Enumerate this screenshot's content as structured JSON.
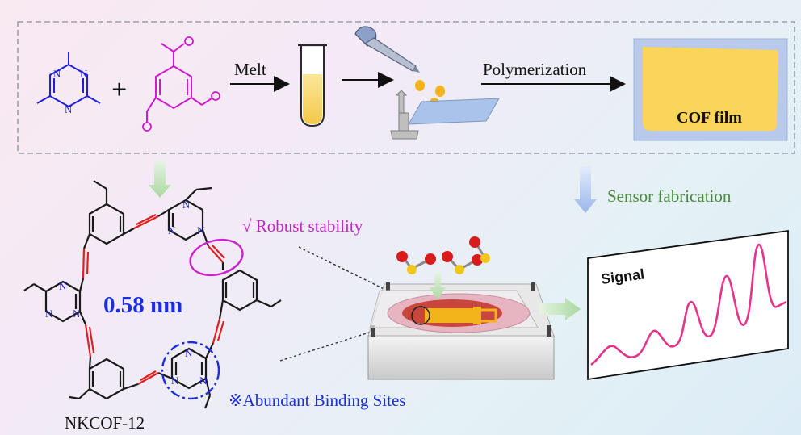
{
  "synthesis": {
    "plus_sign": "+",
    "step_melt": "Melt",
    "step_polymerization": "Polymerization",
    "film_label": "COF film"
  },
  "structure": {
    "pore_size": "0.58 nm",
    "name": "NKCOF-12",
    "triazine_atom": "N",
    "feature_stability": "√ Robust stability",
    "feature_binding": "※Abundant Binding Sites"
  },
  "sensor": {
    "fabrication_label": "Sensor fabrication",
    "signal_label": "Signal"
  },
  "colors": {
    "molecule_blue": "#1f1fe0",
    "aldehyde_magenta": "#d01ad0",
    "vinylene_red": "#e02020",
    "highlight_purple": "#cc22cc",
    "signal_pink": "#e8338a",
    "film_yellow": "#fbd45a",
    "film_border": "#b9c9ec",
    "sensor_green": "#4a8a3a",
    "arrow_green": "#b7e0b0",
    "arrow_blue": "#a8c4ee",
    "pore_blue": "#1a2ee0"
  }
}
